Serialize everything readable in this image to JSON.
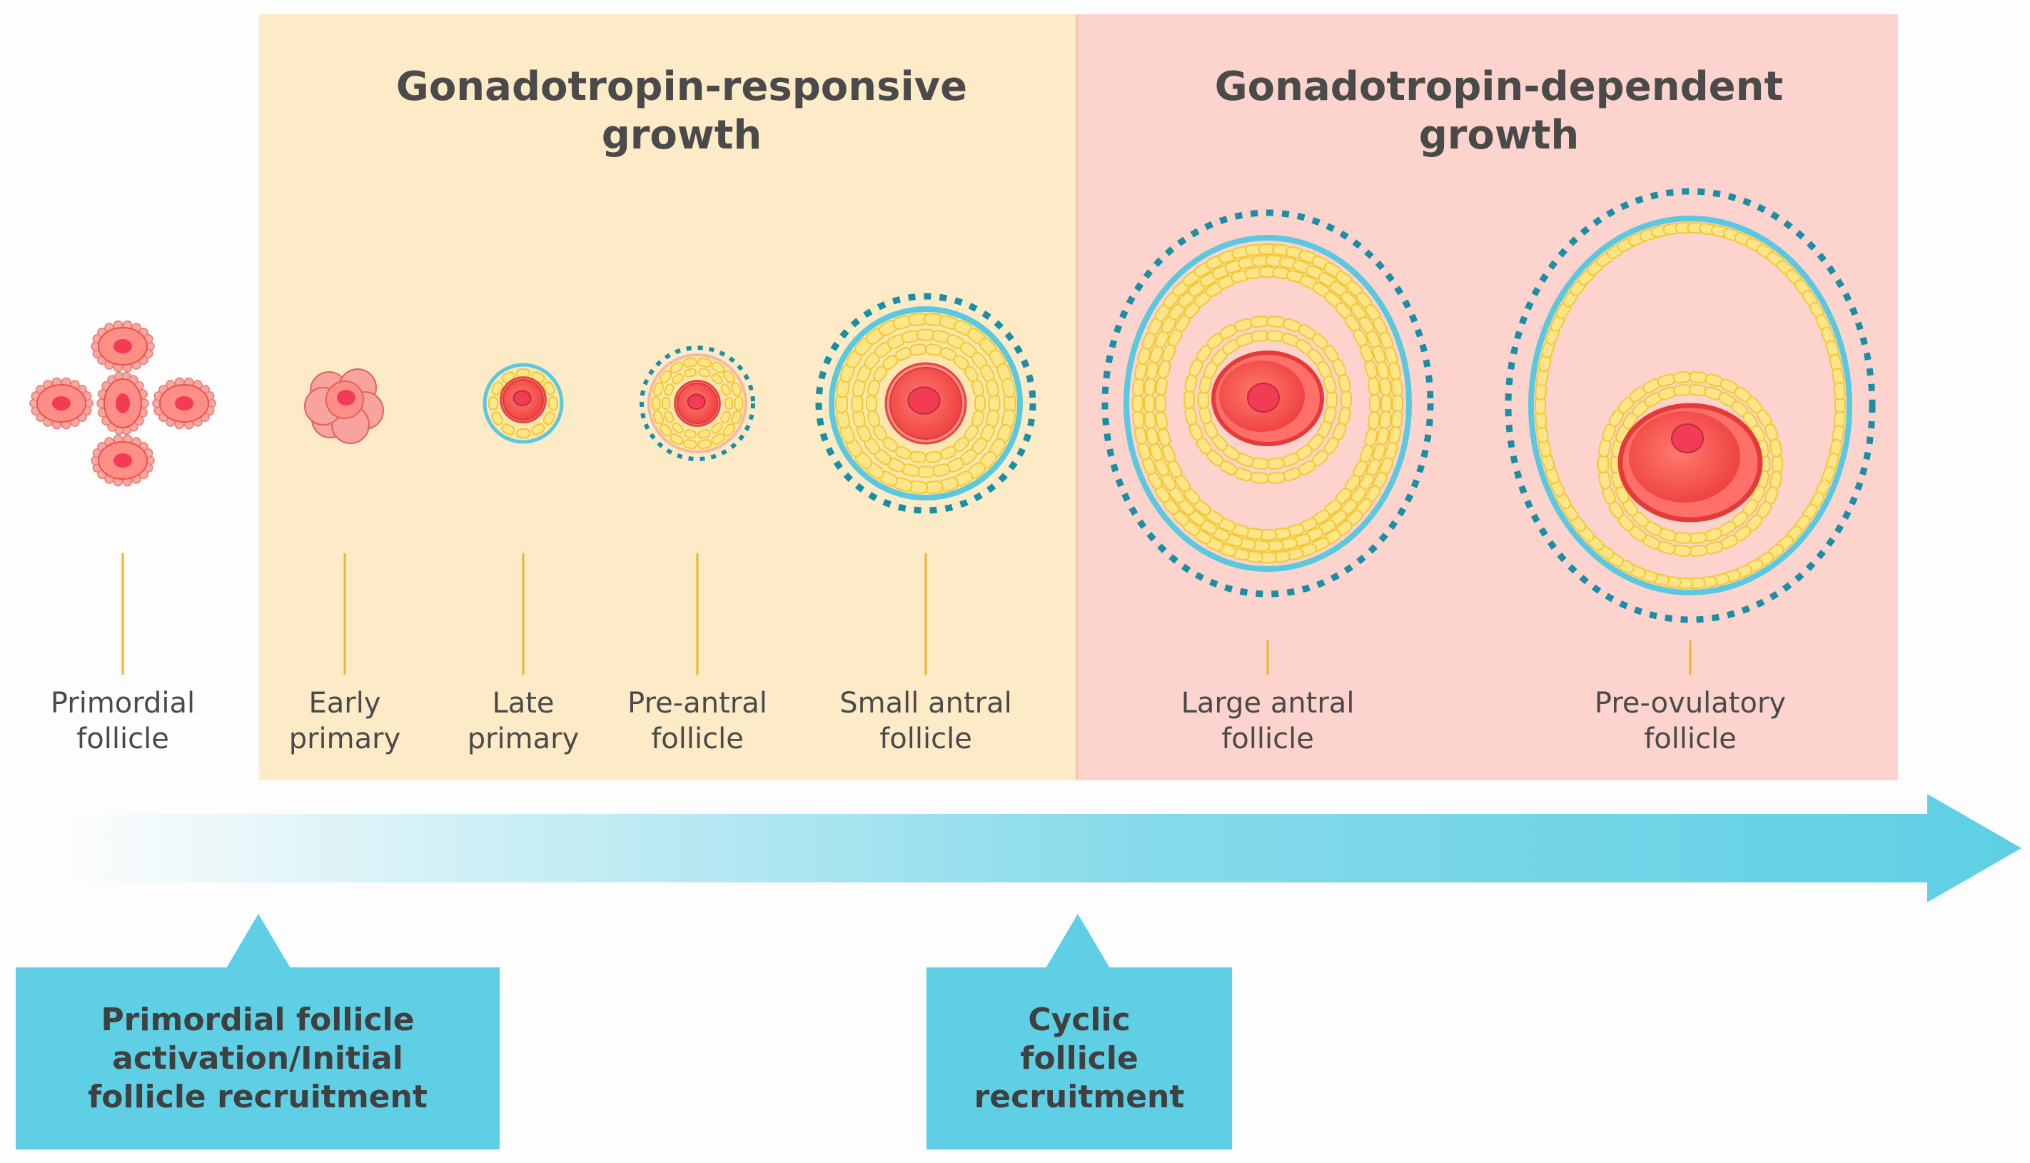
{
  "headings": {
    "responsive": "Gonadotropin-responsive\ngrowth",
    "dependent": "Gonadotropin-dependent\ngrowth"
  },
  "stages": [
    {
      "label": "Primordial\nfollicle"
    },
    {
      "label": "Early\nprimary"
    },
    {
      "label": "Late\nprimary"
    },
    {
      "label": "Pre-antral\nfollicle"
    },
    {
      "label": "Small antral\nfollicle"
    },
    {
      "label": "Large antral\nfollicle"
    },
    {
      "label": "Pre-ovulatory\nfollicle"
    }
  ],
  "callouts": {
    "activation": "Primordial follicle\nactivation/Initial\nfollicle recruitment",
    "cyclic": "Cyclic\nfollicle\nrecruitment"
  },
  "colors": {
    "responsive_panel": "#fdebc7",
    "dependent_panel": "#fdd3cd",
    "arrow": "#5ecfe4",
    "callout": "#5ecfe4",
    "tick": "#f0b429",
    "granulosa": "#fde68a",
    "oocyte": "#f0454a",
    "basal_lamina": "#5ac8de",
    "theca_dots": "#1a8ea6"
  }
}
